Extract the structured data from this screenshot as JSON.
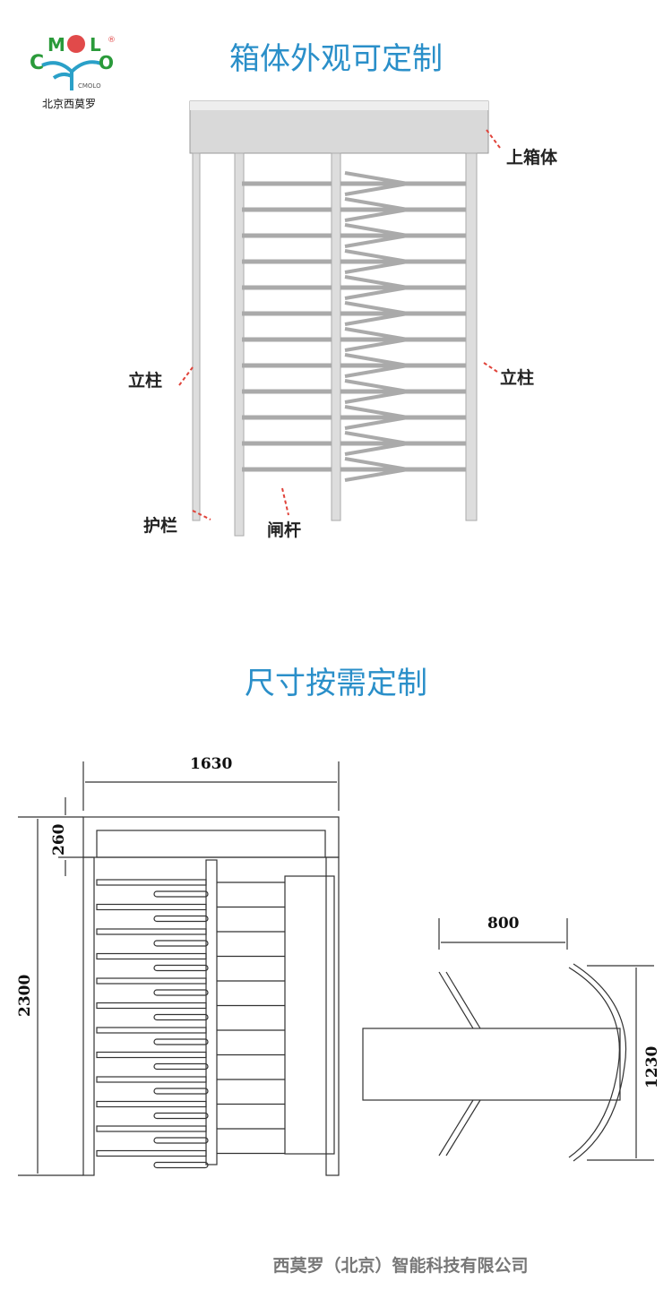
{
  "logo": {
    "letters": "CMOLO",
    "registered": "®",
    "subtitle": "CMOLO",
    "company_short": "北京西莫罗"
  },
  "section1": {
    "title": "箱体外观可定制",
    "labels": {
      "top_box": "上箱体",
      "post_left": "立柱",
      "post_right": "立柱",
      "guardrail": "护栏",
      "gate_bar": "闸杆"
    }
  },
  "section2": {
    "title": "尺寸按需定制",
    "dims": {
      "width": "1630",
      "box_height": "260",
      "total_height": "2300",
      "passage_width": "800",
      "depth": "1230"
    }
  },
  "footer": {
    "company": "西莫罗（北京）智能科技有限公司"
  },
  "colors": {
    "title": "#2a8fc9",
    "dash": "#e0433a"
  }
}
